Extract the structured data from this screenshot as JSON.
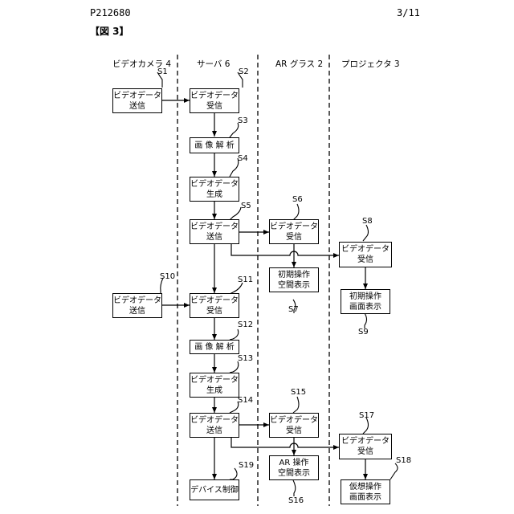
{
  "header": {
    "doc_id": "P212680",
    "page": "3/11",
    "figure_label": "【図 3】"
  },
  "lanes": [
    "ビデオカメラ 4",
    "サーバ 6",
    "AR グラス 2",
    "プロジェクタ 3"
  ],
  "boxes": {
    "b_s1": {
      "l1": "ビデオデータ",
      "l2": "送信"
    },
    "b_s2": {
      "l1": "ビデオデータ",
      "l2": "受信"
    },
    "b_s3": {
      "l1": "画 像 解 析",
      "l2": ""
    },
    "b_s4": {
      "l1": "ビデオデータ",
      "l2": "生成"
    },
    "b_s5": {
      "l1": "ビデオデータ",
      "l2": "送信"
    },
    "b_s6": {
      "l1": "ビデオデータ",
      "l2": "受信"
    },
    "b_s7": {
      "l1": "初期操作",
      "l2": "空間表示"
    },
    "b_s8": {
      "l1": "ビデオデータ",
      "l2": "受信"
    },
    "b_s9": {
      "l1": "初期操作",
      "l2": "画面表示"
    },
    "b_s10": {
      "l1": "ビデオデータ",
      "l2": "送信"
    },
    "b_s11": {
      "l1": "ビデオデータ",
      "l2": "受信"
    },
    "b_s12": {
      "l1": "画 像 解 析",
      "l2": ""
    },
    "b_s13": {
      "l1": "ビデオデータ",
      "l2": "生成"
    },
    "b_s14": {
      "l1": "ビデオデータ",
      "l2": "送信"
    },
    "b_s15": {
      "l1": "ビデオデータ",
      "l2": "受信"
    },
    "b_s16": {
      "l1": "AR 操作",
      "l2": "空間表示"
    },
    "b_s17": {
      "l1": "ビデオデータ",
      "l2": "受信"
    },
    "b_s18": {
      "l1": "仮想操作",
      "l2": "画面表示"
    },
    "b_s19": {
      "l1": "デバイス制御",
      "l2": ""
    }
  },
  "steps": {
    "s1": "S1",
    "s2": "S2",
    "s3": "S3",
    "s4": "S4",
    "s5": "S5",
    "s6": "S6",
    "s7": "S7",
    "s8": "S8",
    "s9": "S9",
    "s10": "S10",
    "s11": "S11",
    "s12": "S12",
    "s13": "S13",
    "s14": "S14",
    "s15": "S15",
    "s16": "S16",
    "s17": "S17",
    "s18": "S18",
    "s19": "S19"
  }
}
